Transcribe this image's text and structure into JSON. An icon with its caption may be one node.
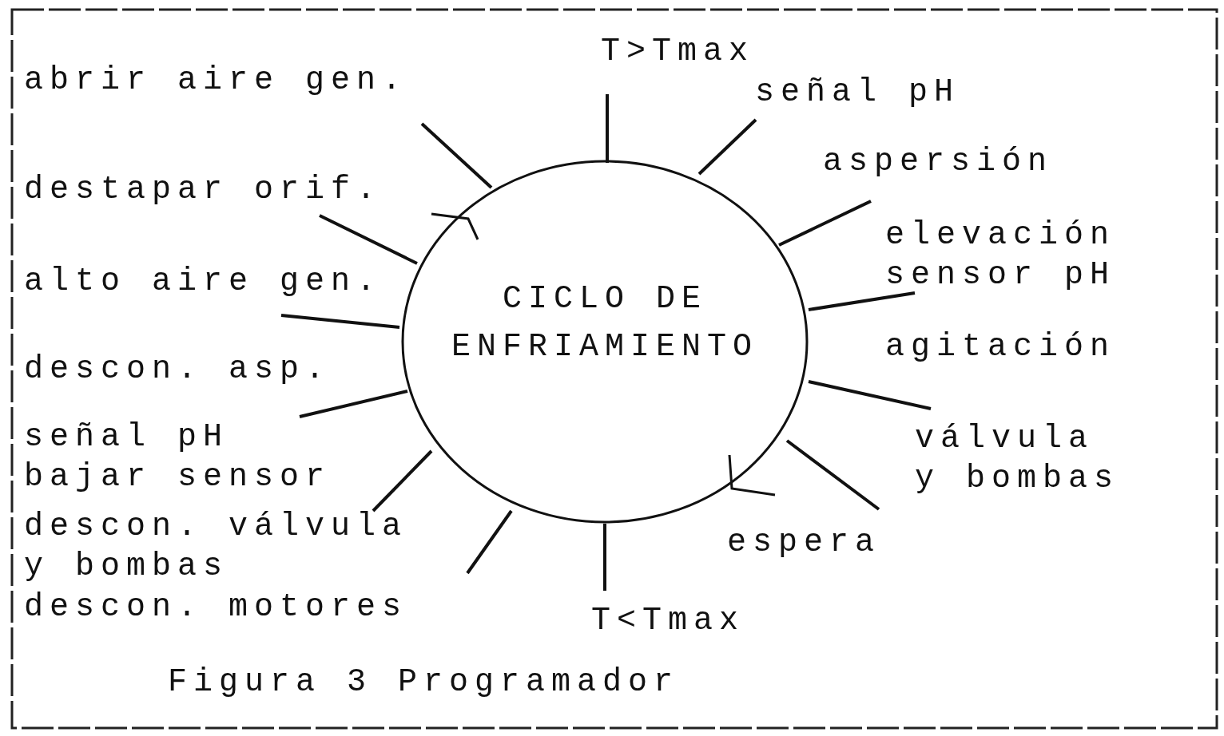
{
  "diagram": {
    "caption": "Figura 3 Programador",
    "nodes": [
      {
        "text": [
          "CICLO DE ENFRIAMIENTO"
        ]
      }
    ],
    "labels": [
      "T>Tmax",
      "abrir aire gen.",
      "señal pH",
      "aspersión",
      "destapar orif.",
      "elevación sensor pH",
      "alto aire gen.",
      "agitación",
      "descon. asp.",
      "válvula y bombas",
      "señal pH bajar sensor",
      "descon. válvula y bombas",
      "espera",
      "descon. motores",
      "T<Tmax"
    ]
  }
}
